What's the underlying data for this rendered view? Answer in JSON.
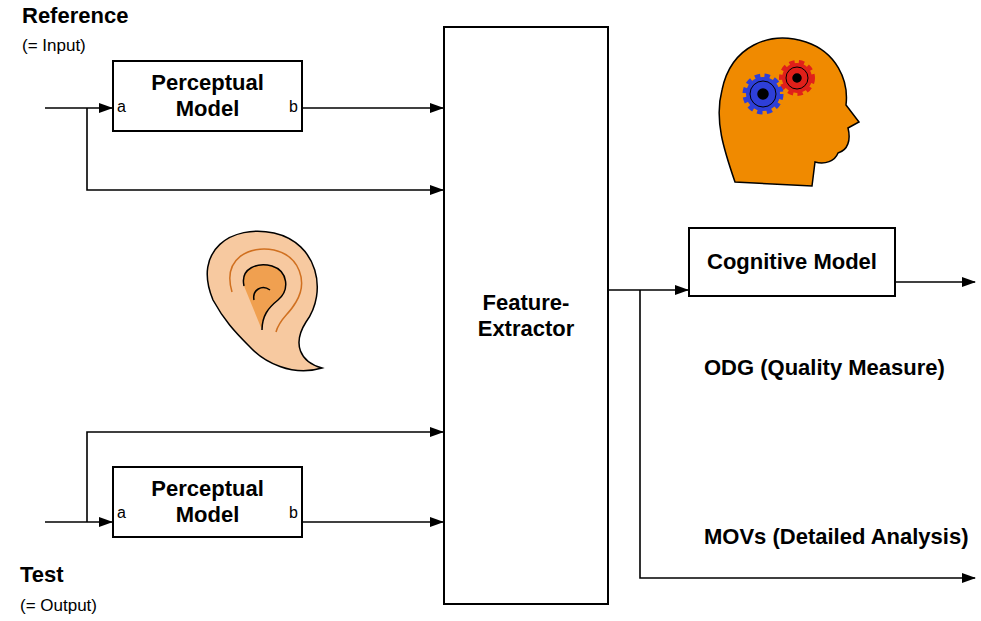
{
  "diagram": {
    "nodes": [
      {
        "text": [
          "a",
          "Perceptual Model",
          "b"
        ]
      },
      {
        "text": [
          "Feature-Extractor"
        ]
      },
      {
        "text": [
          "Cognitive Model"
        ]
      },
      {
        "text": [
          "a",
          "Perceptual Model",
          "b"
        ]
      }
    ],
    "edges": [
      {
        "from": 0,
        "to": 1,
        "arrow": "to"
      },
      {
        "from": 3,
        "to": 1,
        "arrow": "to"
      },
      {
        "from": 1,
        "to": 2,
        "arrow": "to"
      }
    ],
    "labels": [
      "Reference",
      "(= Input)",
      "Test",
      "(= Output)",
      "ODG (Quality Measure)",
      "MOVs (Detailed Analysis)"
    ]
  }
}
